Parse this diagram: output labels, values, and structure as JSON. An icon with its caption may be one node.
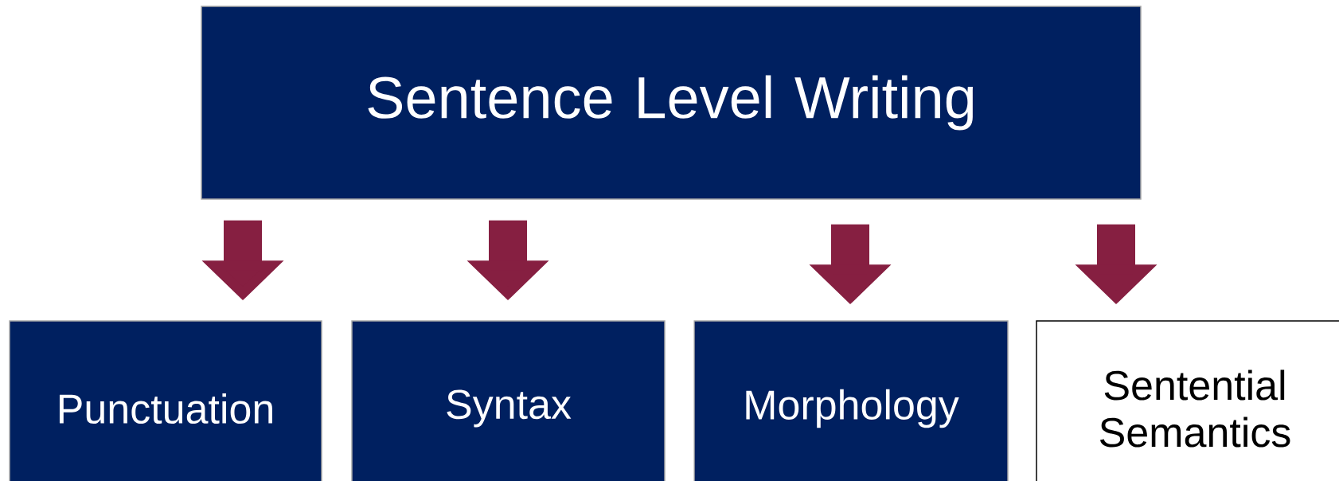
{
  "diagram": {
    "nodes": [
      {
        "text": [
          "Sentence Level Writing"
        ]
      },
      {
        "text": [
          "Punctuation"
        ]
      },
      {
        "text": [
          "Syntax"
        ]
      },
      {
        "text": [
          "Morphology"
        ]
      },
      {
        "text": [
          "Sentential Semantics"
        ]
      }
    ],
    "edges": [
      {
        "from": 0,
        "to": 1,
        "arrow": "to"
      },
      {
        "from": 0,
        "to": 2,
        "arrow": "to"
      },
      {
        "from": 0,
        "to": 3,
        "arrow": "to"
      },
      {
        "from": 0,
        "to": 4,
        "arrow": "to"
      }
    ]
  }
}
